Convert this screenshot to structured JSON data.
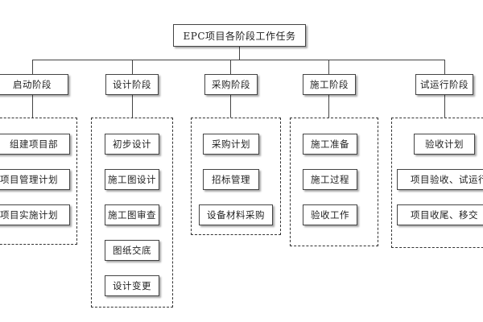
{
  "diagram": {
    "root": "EPC项目各阶段工作任务",
    "phases": [
      {
        "label": "启动阶段",
        "tasks": [
          "组建项目部",
          "项目管理计划",
          "项目实施计划"
        ]
      },
      {
        "label": "设计阶段",
        "tasks": [
          "初步设计",
          "施工图设计",
          "施工图审查",
          "图纸交底",
          "设计变更"
        ]
      },
      {
        "label": "采购阶段",
        "tasks": [
          "采购计划",
          "招标管理",
          "设备材料采购"
        ]
      },
      {
        "label": "施工阶段",
        "tasks": [
          "施工准备",
          "施工过程",
          "验收工作"
        ]
      },
      {
        "label": "试运行阶段",
        "tasks": [
          "验收计划",
          "项目验收、试运行",
          "项目收尾、移交"
        ]
      }
    ]
  }
}
